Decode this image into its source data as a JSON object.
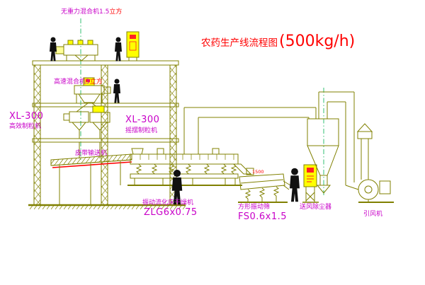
{
  "colors": {
    "line_olive": "#808000",
    "label_magenta": "#c800c8",
    "accent_red": "#ff0000",
    "cabinet_yellow": "#ffff00",
    "centerline_green": "#00b050",
    "figure_black": "#111111"
  },
  "title": {
    "name": "农药生产线流程图",
    "capacity": "(500kg/h)"
  },
  "labels": {
    "gravity_mixer": "无重力混合机1.5",
    "gravity_mixer_unit": "立方",
    "high_speed_mixer": "高速混合机3",
    "high_speed_mixer_unit": "立方",
    "granulator_model": "XL-300",
    "granulator_name": "高效制粒机",
    "swing_granulator_model": "XL-300",
    "swing_granulator_name": "摇摆制粒机",
    "belt_conveyor": "皮带输送机",
    "dryer_name": "振动流化床干燥机",
    "dryer_model": "ZLG6x0.75",
    "sieve_dim": "1500",
    "sieve_name": "方形振动筛",
    "sieve_model": "FS0.6x1.5",
    "dust_collector": "送风除尘器",
    "induced_fan": "引风机"
  }
}
